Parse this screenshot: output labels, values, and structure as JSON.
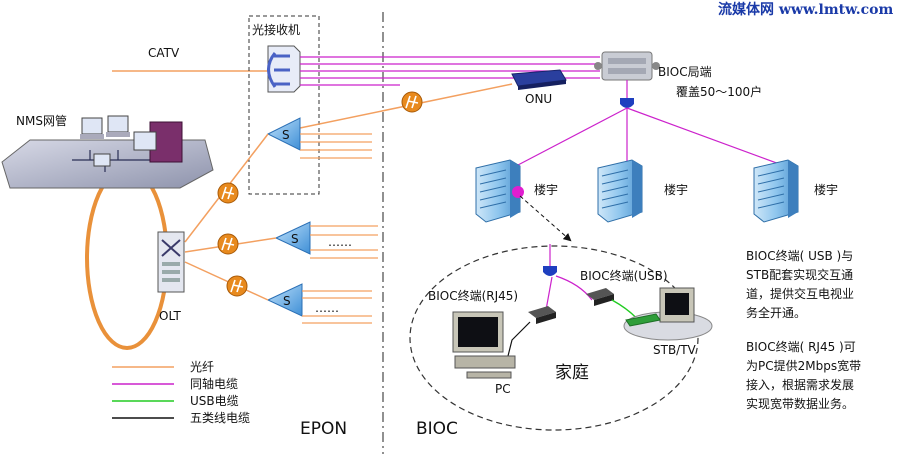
{
  "watermark": "流媒体网 www.lmtw.com",
  "labels": {
    "catv": "CATV",
    "optical_receiver": "光接收机",
    "nms": "NMS网管",
    "olt": "OLT",
    "onu": "ONU",
    "bioc_head": "BIOC局端",
    "coverage": "覆盖50～100户",
    "building": "楼宇",
    "term_rj45": "BIOC终端(RJ45)",
    "term_usb": "BIOC终端(USB)",
    "pc": "PC",
    "stb": "STB/TV",
    "home": "家庭",
    "epon": "EPON",
    "bioc": "BIOC",
    "dots": "……"
  },
  "splitter_letter": "S",
  "notes": [
    [
      "BIOC终端( USB )与",
      "STB配套实现交互通",
      "道，提供交互电视业",
      "务全开通。"
    ],
    [
      "BIOC终端( RJ45 )可",
      "为PC提供2Mbps宽带",
      "接入，根据需求发展",
      "实现宽带数据业务。"
    ]
  ],
  "legend": [
    {
      "label": "光纤",
      "color": "#f3a060"
    },
    {
      "label": "同轴电缆",
      "color": "#cc22cc"
    },
    {
      "label": "USB电缆",
      "color": "#22cc22"
    },
    {
      "label": "五类线电缆",
      "color": "#111111"
    }
  ],
  "colors": {
    "fiber": "#f3a060",
    "coax": "#cc22cc",
    "usb": "#22cc22",
    "cat5": "#111111",
    "splitter": "#5aa8e6",
    "building": "#8fc6ee",
    "onu": "#2a3f9e",
    "olt_ring": "#e9913a"
  }
}
